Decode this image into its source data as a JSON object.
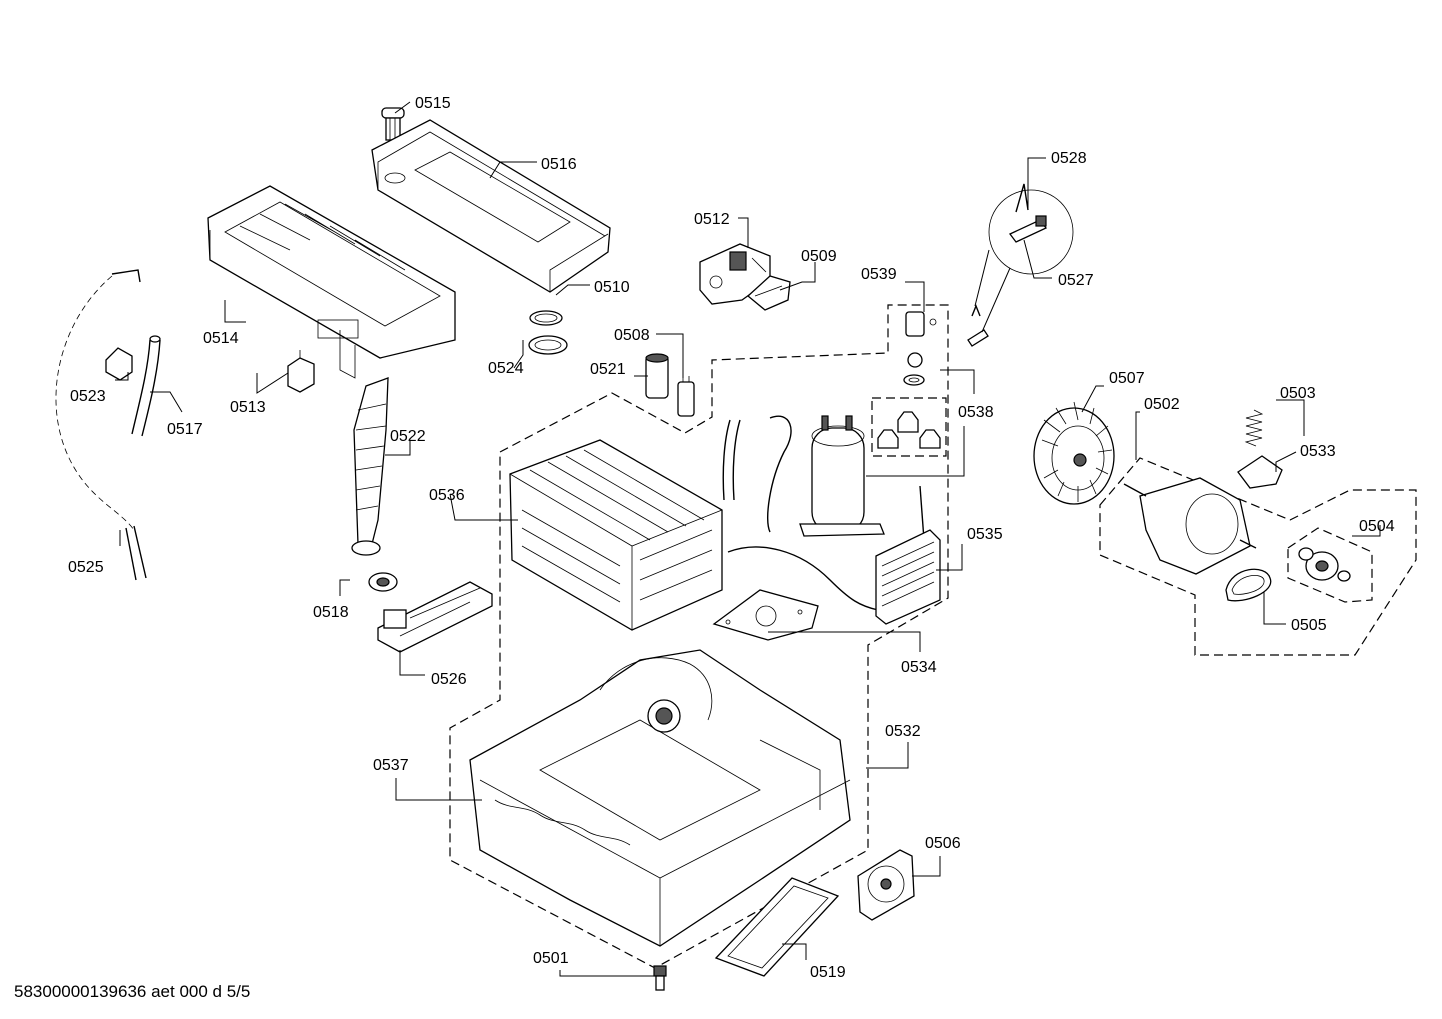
{
  "footer_code": "58300000139636 aet 000 d 5/5",
  "callouts": {
    "c0501": "0501",
    "c0502": "0502",
    "c0503": "0503",
    "c0504": "0504",
    "c0505": "0505",
    "c0506": "0506",
    "c0507": "0507",
    "c0508": "0508",
    "c0509": "0509",
    "c0510": "0510",
    "c0512": "0512",
    "c0513": "0513",
    "c0514": "0514",
    "c0515": "0515",
    "c0516": "0516",
    "c0517": "0517",
    "c0518": "0518",
    "c0519": "0519",
    "c0521": "0521",
    "c0522": "0522",
    "c0523": "0523",
    "c0524": "0524",
    "c0525": "0525",
    "c0526": "0526",
    "c0527": "0527",
    "c0528": "0528",
    "c0532": "0532",
    "c0533": "0533",
    "c0534": "0534",
    "c0535": "0535",
    "c0536": "0536",
    "c0537": "0537",
    "c0538": "0538",
    "c0539": "0539"
  }
}
